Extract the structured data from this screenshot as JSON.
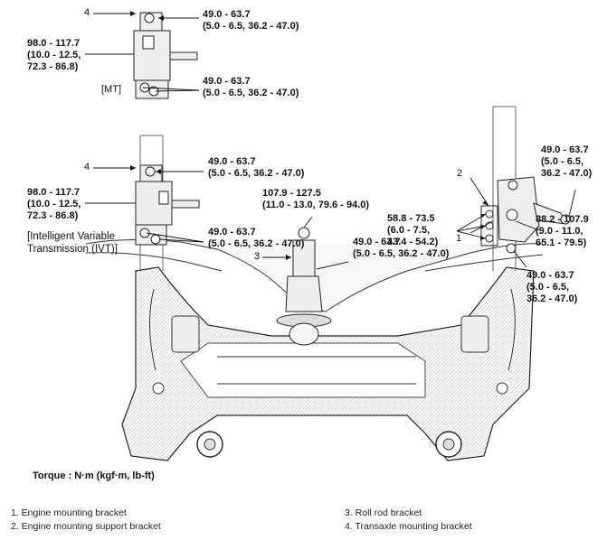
{
  "callouts": {
    "mt_top": "49.0 - 63.7\n(5.0 - 6.5, 36.2 - 47.0)",
    "mt_left": "98.0 - 117.7\n(10.0 - 12.5,\n72.3 - 86.8)",
    "mt_bottom": "49.0 - 63.7\n(5.0 - 6.5, 36.2 - 47.0)",
    "mt_label": "[MT]",
    "ivt_top": "49.0 - 63.7\n(5.0 - 6.5, 36.2 - 47.0)",
    "ivt_left": "98.0 - 117.7\n(10.0 - 12.5,\n72.3 - 86.8)",
    "ivt_bottom": "49.0 - 63.7\n(5.0 - 6.5, 36.2 - 47.0)",
    "ivt_label": "[Intelligent Variable\nTransmission (IVT)]",
    "roll_rod_top": "107.9 - 127.5\n(11.0 - 13.0, 79.6 - 94.0)",
    "roll_rod_mid": "49.0 - 63.7\n(5.0 - 6.5, 36.2 - 47.0)",
    "eng_left": "58.8 - 73.5\n(6.0 - 7.5,\n43.4 - 54.2)",
    "eng_top_right": "49.0 - 63.7\n(5.0 - 6.5,\n36.2 - 47.0)",
    "eng_right": "88.2 - 107.9\n(9.0 - 11.0,\n65.1 - 79.5)",
    "eng_bottom_right": "49.0 - 63.7\n(5.0 - 6.5,\n36.2 - 47.0)"
  },
  "numbers": {
    "n4_mt": "4",
    "n4_ivt": "4",
    "n3": "3",
    "n2": "2",
    "n1": "1"
  },
  "torque_unit": "Torque : N·m (kgf·m, lb-ft)",
  "legend": {
    "item1": "1. Engine mounting bracket",
    "item2": "2. Engine mounting support bracket",
    "item3": "3. Roll rod bracket",
    "item4": "4. Transaxle mounting bracket"
  }
}
